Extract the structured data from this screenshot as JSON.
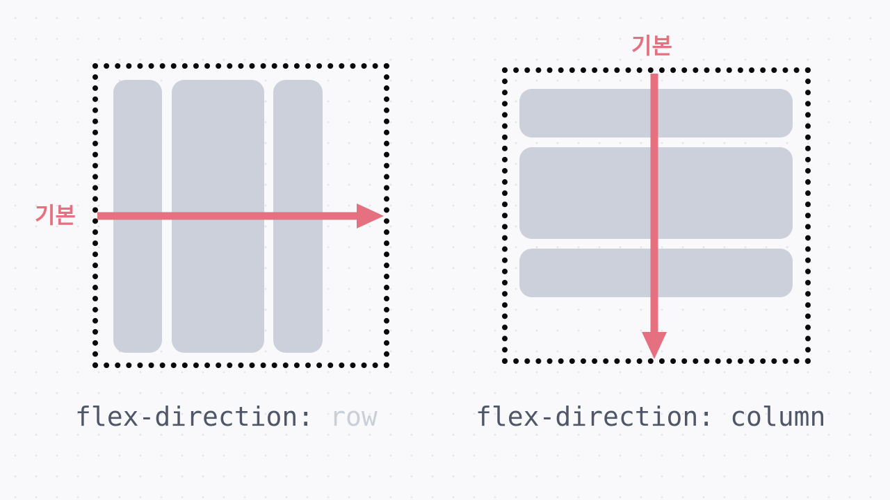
{
  "panels": [
    {
      "id": "row",
      "axis_label": "기본",
      "caption_property": "flex-direction:",
      "caption_value": "row",
      "caption_value_muted": true,
      "item_count": 3
    },
    {
      "id": "column",
      "axis_label": "기본",
      "caption_property": "flex-direction:",
      "caption_value": "column",
      "caption_value_muted": false,
      "item_count": 3
    }
  ],
  "colors": {
    "background": "#f9f9fb",
    "container_border": "#0a0a0a",
    "item_fill": "#cbd0da",
    "accent_arrow": "#e5707f",
    "caption_text": "#4f5667",
    "caption_muted": "#c9ced8"
  }
}
